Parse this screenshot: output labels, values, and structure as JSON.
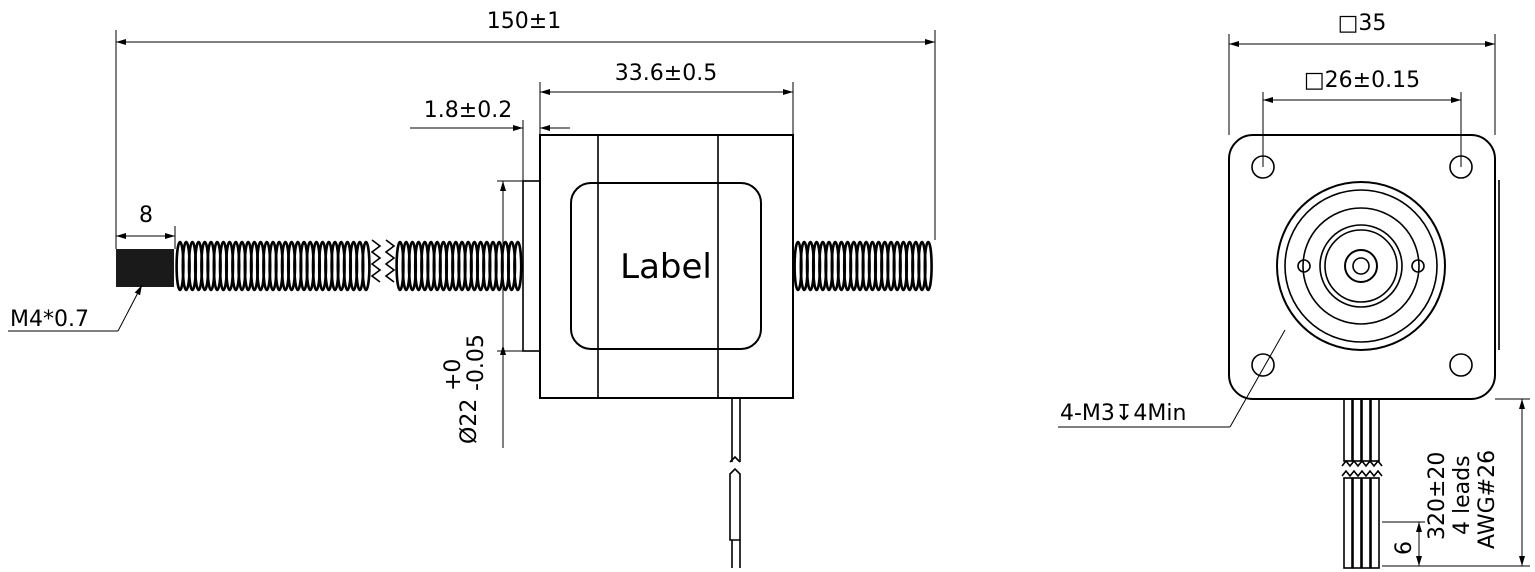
{
  "side_view": {
    "label": "Label",
    "dims": {
      "total_length": "150±1",
      "body_length": "33.6±0.5",
      "boss_height": "1.8±0.2",
      "thread_length": "8",
      "thread_spec": "M4*0.7",
      "boss_diameter": "Ø22",
      "boss_tol_plus": "+0",
      "boss_tol_minus": "-0.05"
    }
  },
  "end_view": {
    "dims": {
      "frame_size": "□35",
      "hole_spacing": "□26±0.15",
      "mount_holes": "4-M3↧4Min",
      "lead_length": "320±20",
      "lead_count": "4 leads",
      "wire_gauge": "AWG#26",
      "strip_length": "6"
    }
  }
}
